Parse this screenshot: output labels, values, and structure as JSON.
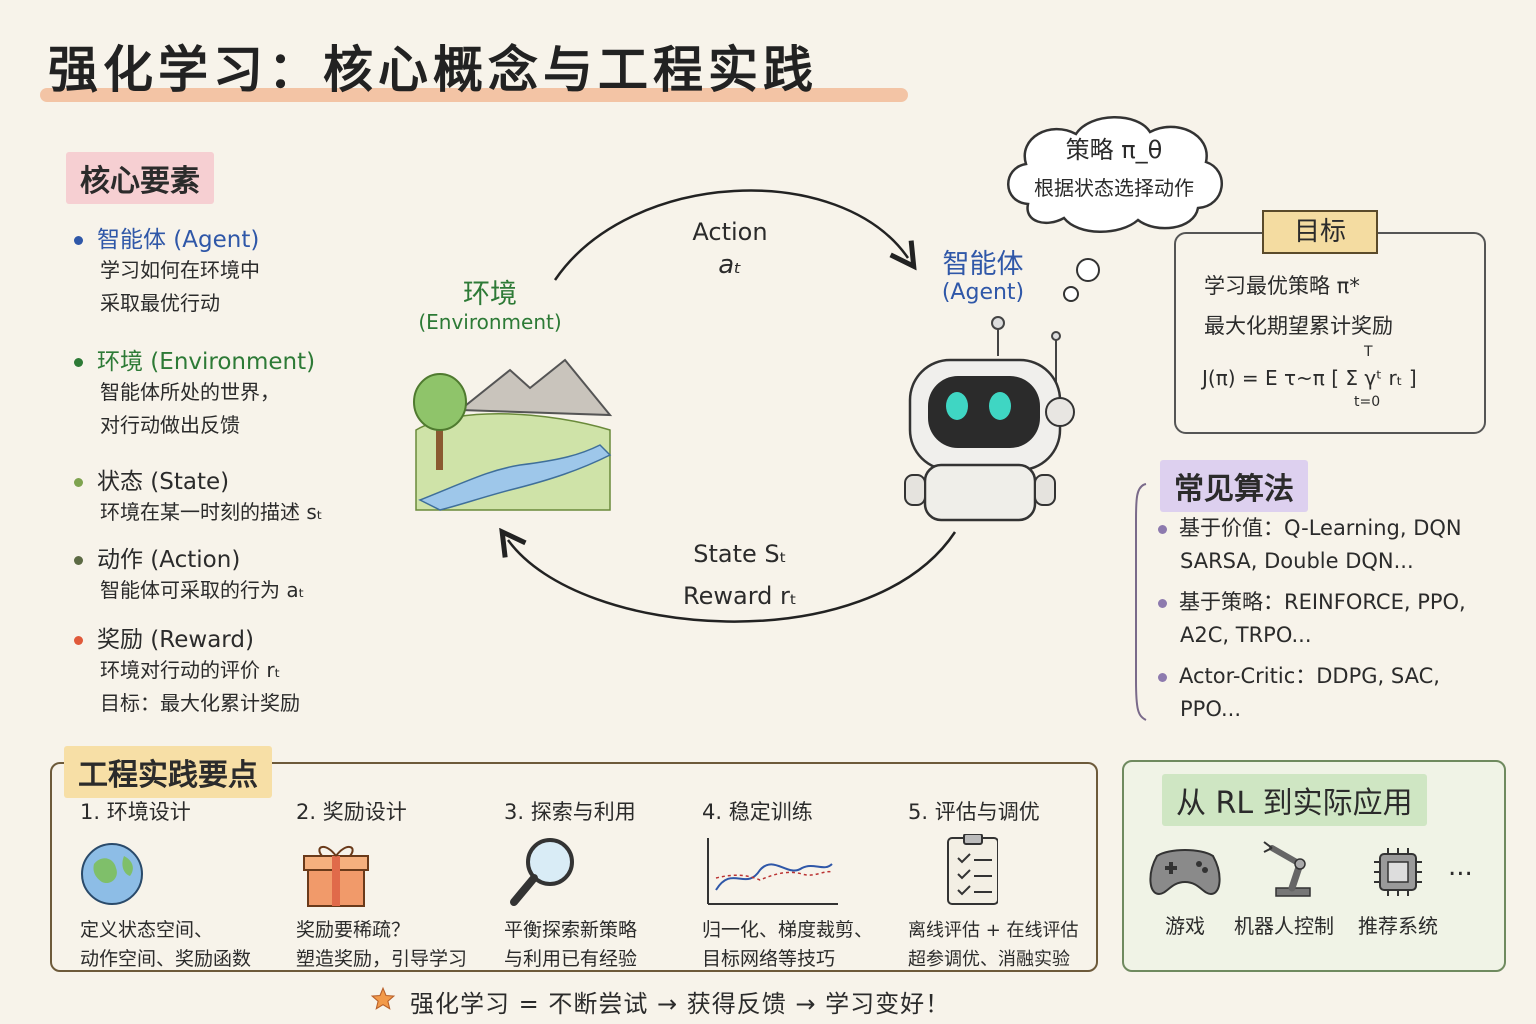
{
  "title": "强化学习：核心概念与工程实践",
  "core": {
    "tag": "核心要素",
    "items": [
      {
        "head": "智能体 (Agent)",
        "desc1": "学习如何在环境中",
        "desc2": "采取最优行动",
        "color": "#2f57a8"
      },
      {
        "head": "环境 (Environment)",
        "desc1": "智能体所处的世界，",
        "desc2": "对行动做出反馈",
        "color": "#2d7a36"
      },
      {
        "head": "状态 (State)",
        "desc1": "环境在某一时刻的描述 sₜ",
        "desc2": "",
        "color": "#7ea34f"
      },
      {
        "head": "动作 (Action)",
        "desc1": "智能体可采取的行为 aₜ",
        "desc2": "",
        "color": "#5c6a44"
      },
      {
        "head": "奖励 (Reward)",
        "desc1": "环境对行动的评价 rₜ",
        "desc2": "目标：最大化累计奖励",
        "color": "#e0593a"
      }
    ]
  },
  "loop": {
    "env_label": "环境",
    "env_sub": "(Environment)",
    "agent_label": "智能体",
    "agent_sub": "(Agent)",
    "action": "Action",
    "action_sym": "aₜ",
    "state": "State  Sₜ",
    "reward": "Reward  rₜ"
  },
  "policy": {
    "line1": "策略 π_θ",
    "line2": "根据状态选择动作"
  },
  "goal": {
    "ribbon": "目标",
    "line1": "学习最优策略 π*",
    "line2": "最大化期望累计奖励",
    "formula": "J(π) = E τ~π [ Σ γᵗ rₜ ]",
    "sum_top": "T",
    "sum_bottom": "t=0"
  },
  "algo": {
    "tag": "常见算法",
    "items": [
      {
        "line1": "基于价值：Q-Learning, DQN",
        "line2": "SARSA, Double DQN..."
      },
      {
        "line1": "基于策略：REINFORCE, PPO,",
        "line2": "A2C, TRPO..."
      },
      {
        "line1": "Actor-Critic：DDPG, SAC,",
        "line2": "PPO..."
      }
    ]
  },
  "engineering": {
    "tag": "工程实践要点",
    "steps": [
      {
        "title": "1. 环境设计",
        "desc1": "定义状态空间、",
        "desc2": "动作空间、奖励函数",
        "icon": "globe-icon"
      },
      {
        "title": "2. 奖励设计",
        "desc1": "奖励要稀疏？",
        "desc2": "塑造奖励，引导学习",
        "icon": "gift-icon"
      },
      {
        "title": "3. 探索与利用",
        "desc1": "平衡探索新策略",
        "desc2": "与利用已有经验",
        "icon": "magnifier-icon"
      },
      {
        "title": "4. 稳定训练",
        "desc1": "归一化、梯度裁剪、",
        "desc2": "目标网络等技巧",
        "icon": "chart-icon"
      },
      {
        "title": "5. 评估与调优",
        "desc1": "离线评估 + 在线评估",
        "desc2": "超参调优、消融实验",
        "icon": "clipboard-icon"
      }
    ]
  },
  "applications": {
    "tag": "从 RL 到实际应用",
    "items": [
      {
        "label": "游戏",
        "icon": "gamepad-icon"
      },
      {
        "label": "机器人控制",
        "icon": "robot-arm-icon"
      },
      {
        "label": "推荐系统",
        "icon": "chip-icon"
      }
    ],
    "more": "..."
  },
  "footer": "强化学习 = 不断尝试 → 获得反馈 → 学习变好！"
}
